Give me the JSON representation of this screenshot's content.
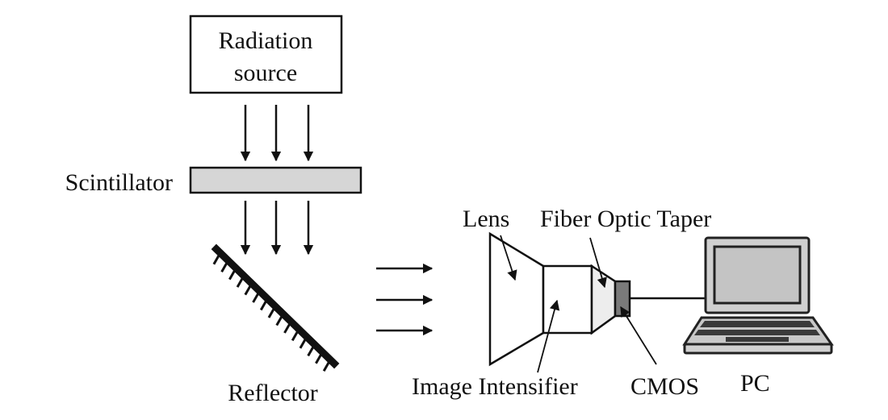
{
  "diagram": {
    "colors": {
      "stroke": "#111111",
      "scintillator_fill": "#d6d6d6",
      "taper_fill": "#ededed",
      "cmos_fill": "#7a7a7a",
      "laptop_light": "#d0d0d0",
      "laptop_screen": "#c4c4c4",
      "laptop_dark": "#3a3a3a"
    },
    "labels": {
      "radiation_source_line1": "Radiation",
      "radiation_source_line2": "source",
      "scintillator": "Scintillator",
      "reflector": "Reflector",
      "lens": "Lens",
      "fiber_optic_taper": "Fiber Optic Taper",
      "image_intensifier": "Image Intensifier",
      "cmos": "CMOS",
      "pc": "PC"
    }
  }
}
